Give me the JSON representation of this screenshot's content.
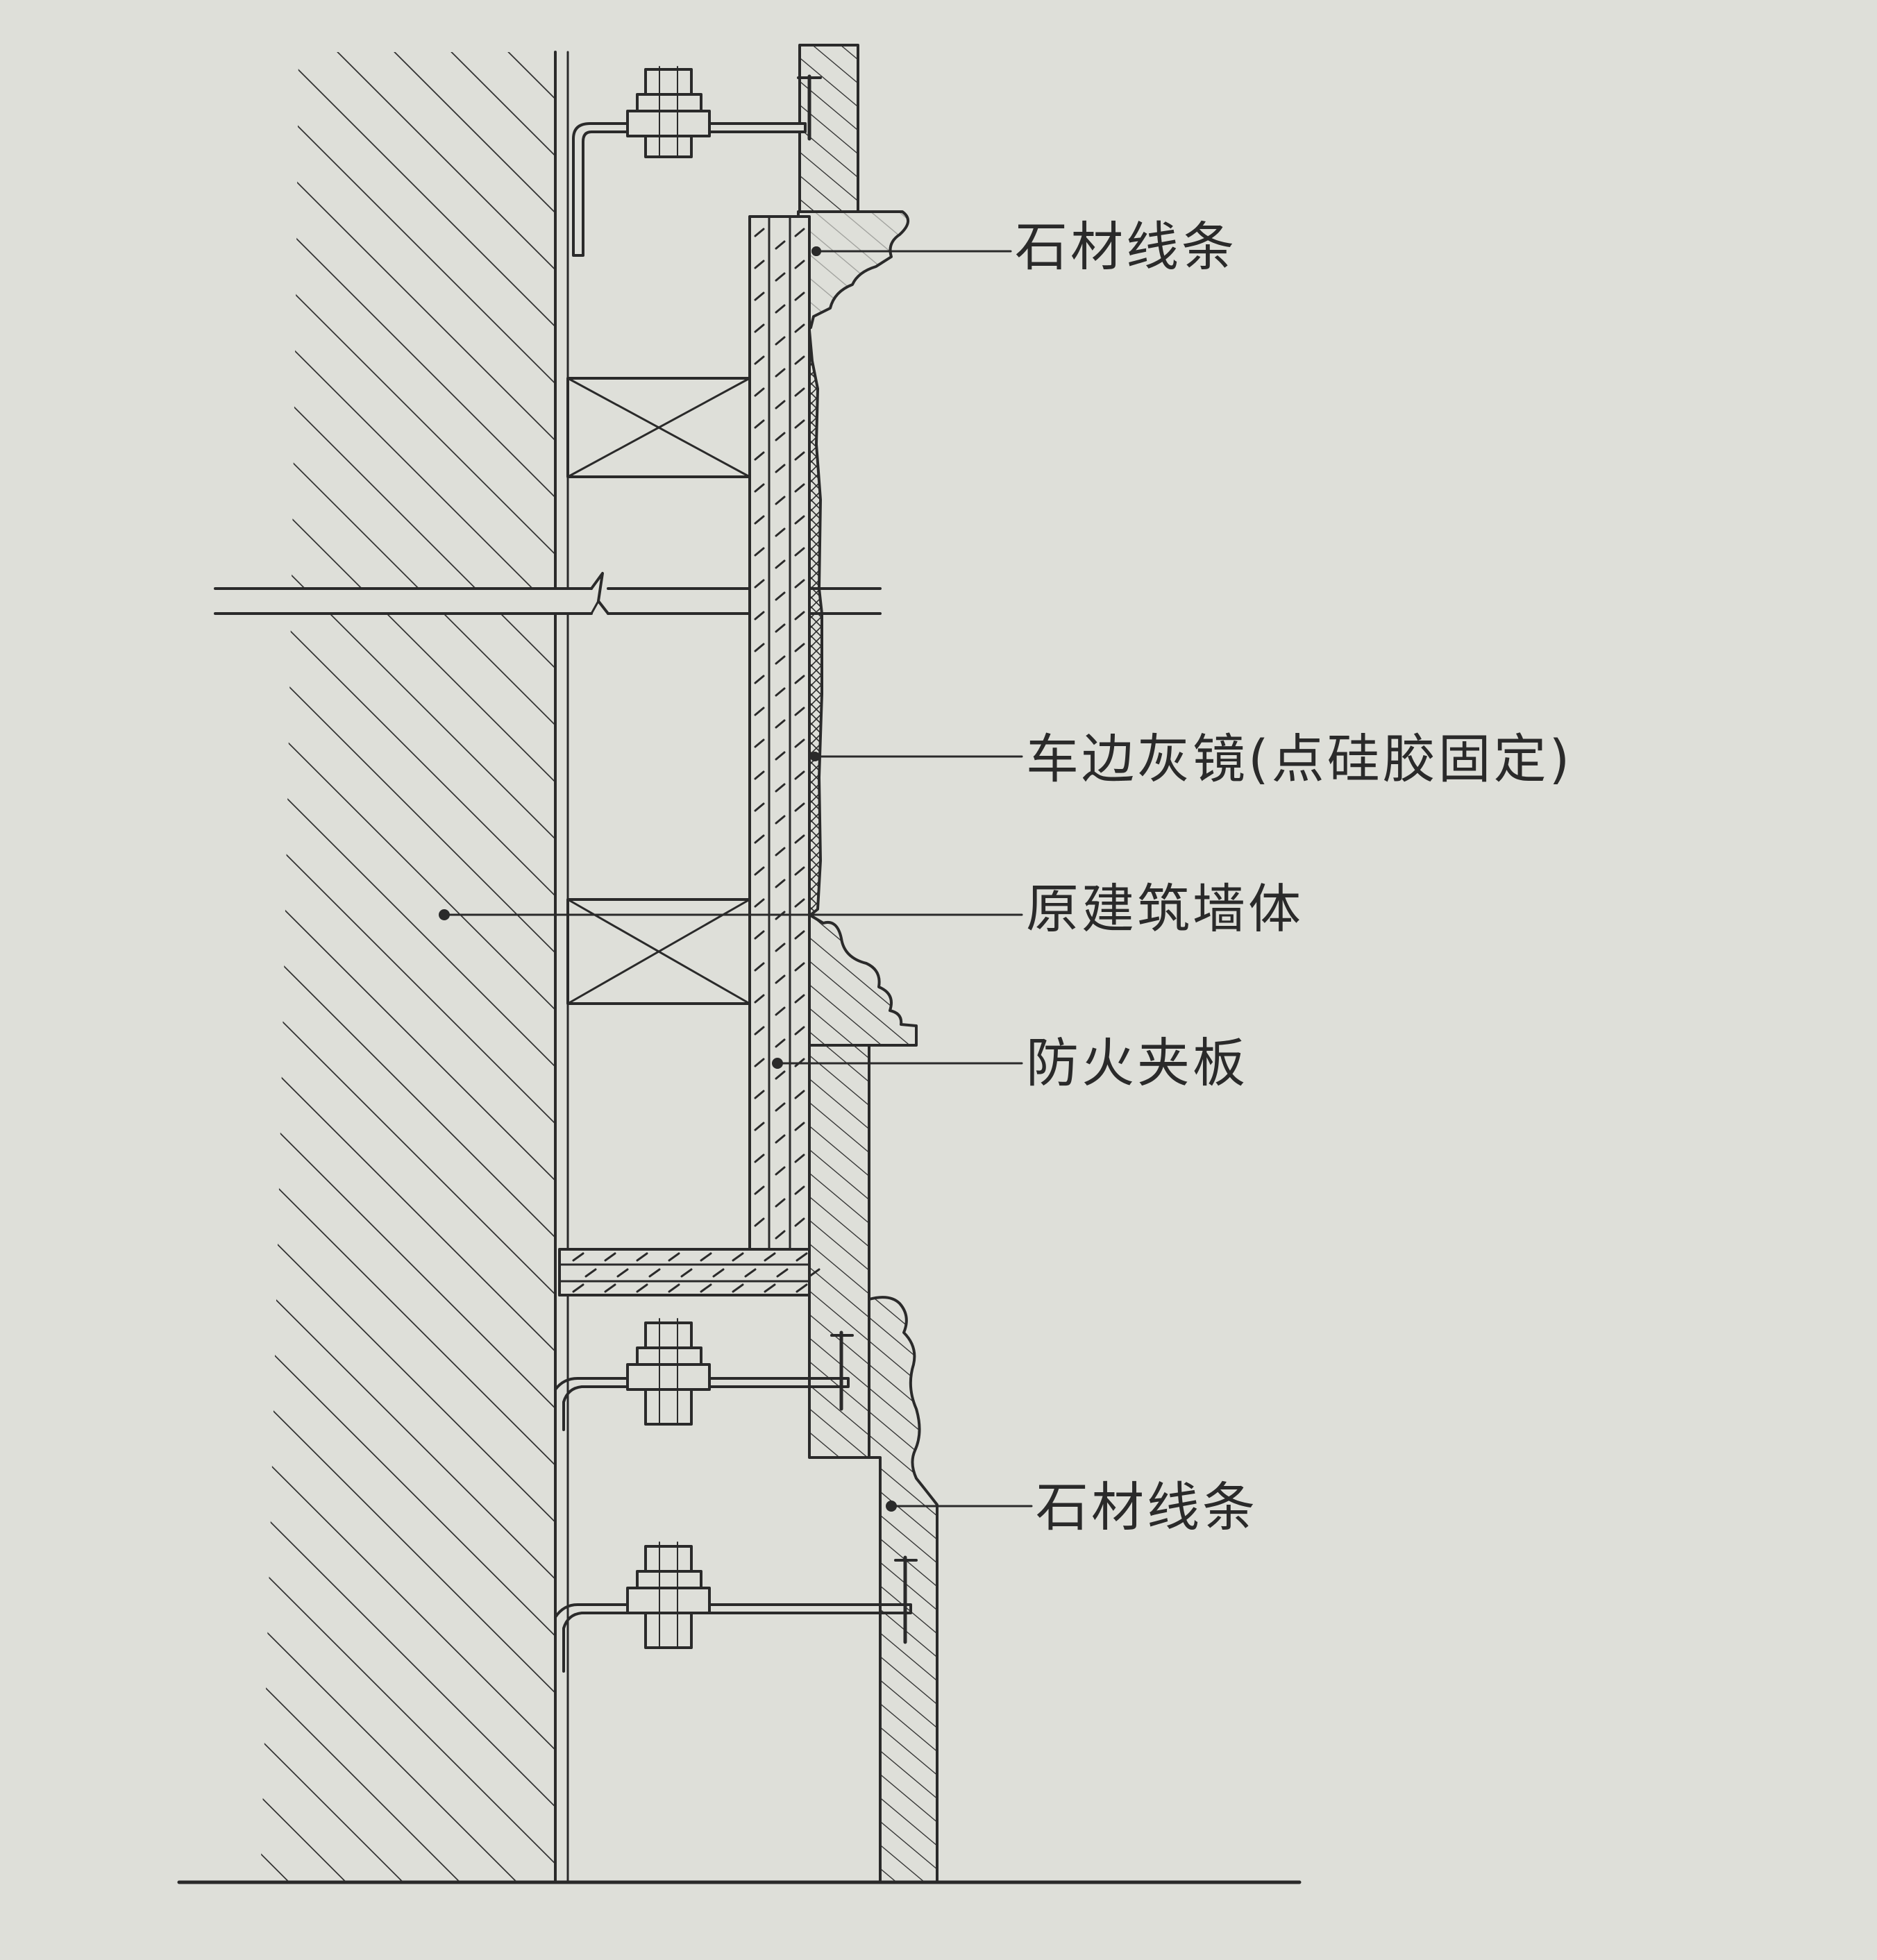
{
  "labels": {
    "stone_top": "石材线条",
    "mirror": "车边灰镜(点硅胶固定)",
    "wall": "原建筑墙体",
    "fire_board": "防火夹板",
    "stone_bottom": "石材线条"
  },
  "colors": {
    "paper": "#dedfd9",
    "ink": "#2a2a2a"
  }
}
